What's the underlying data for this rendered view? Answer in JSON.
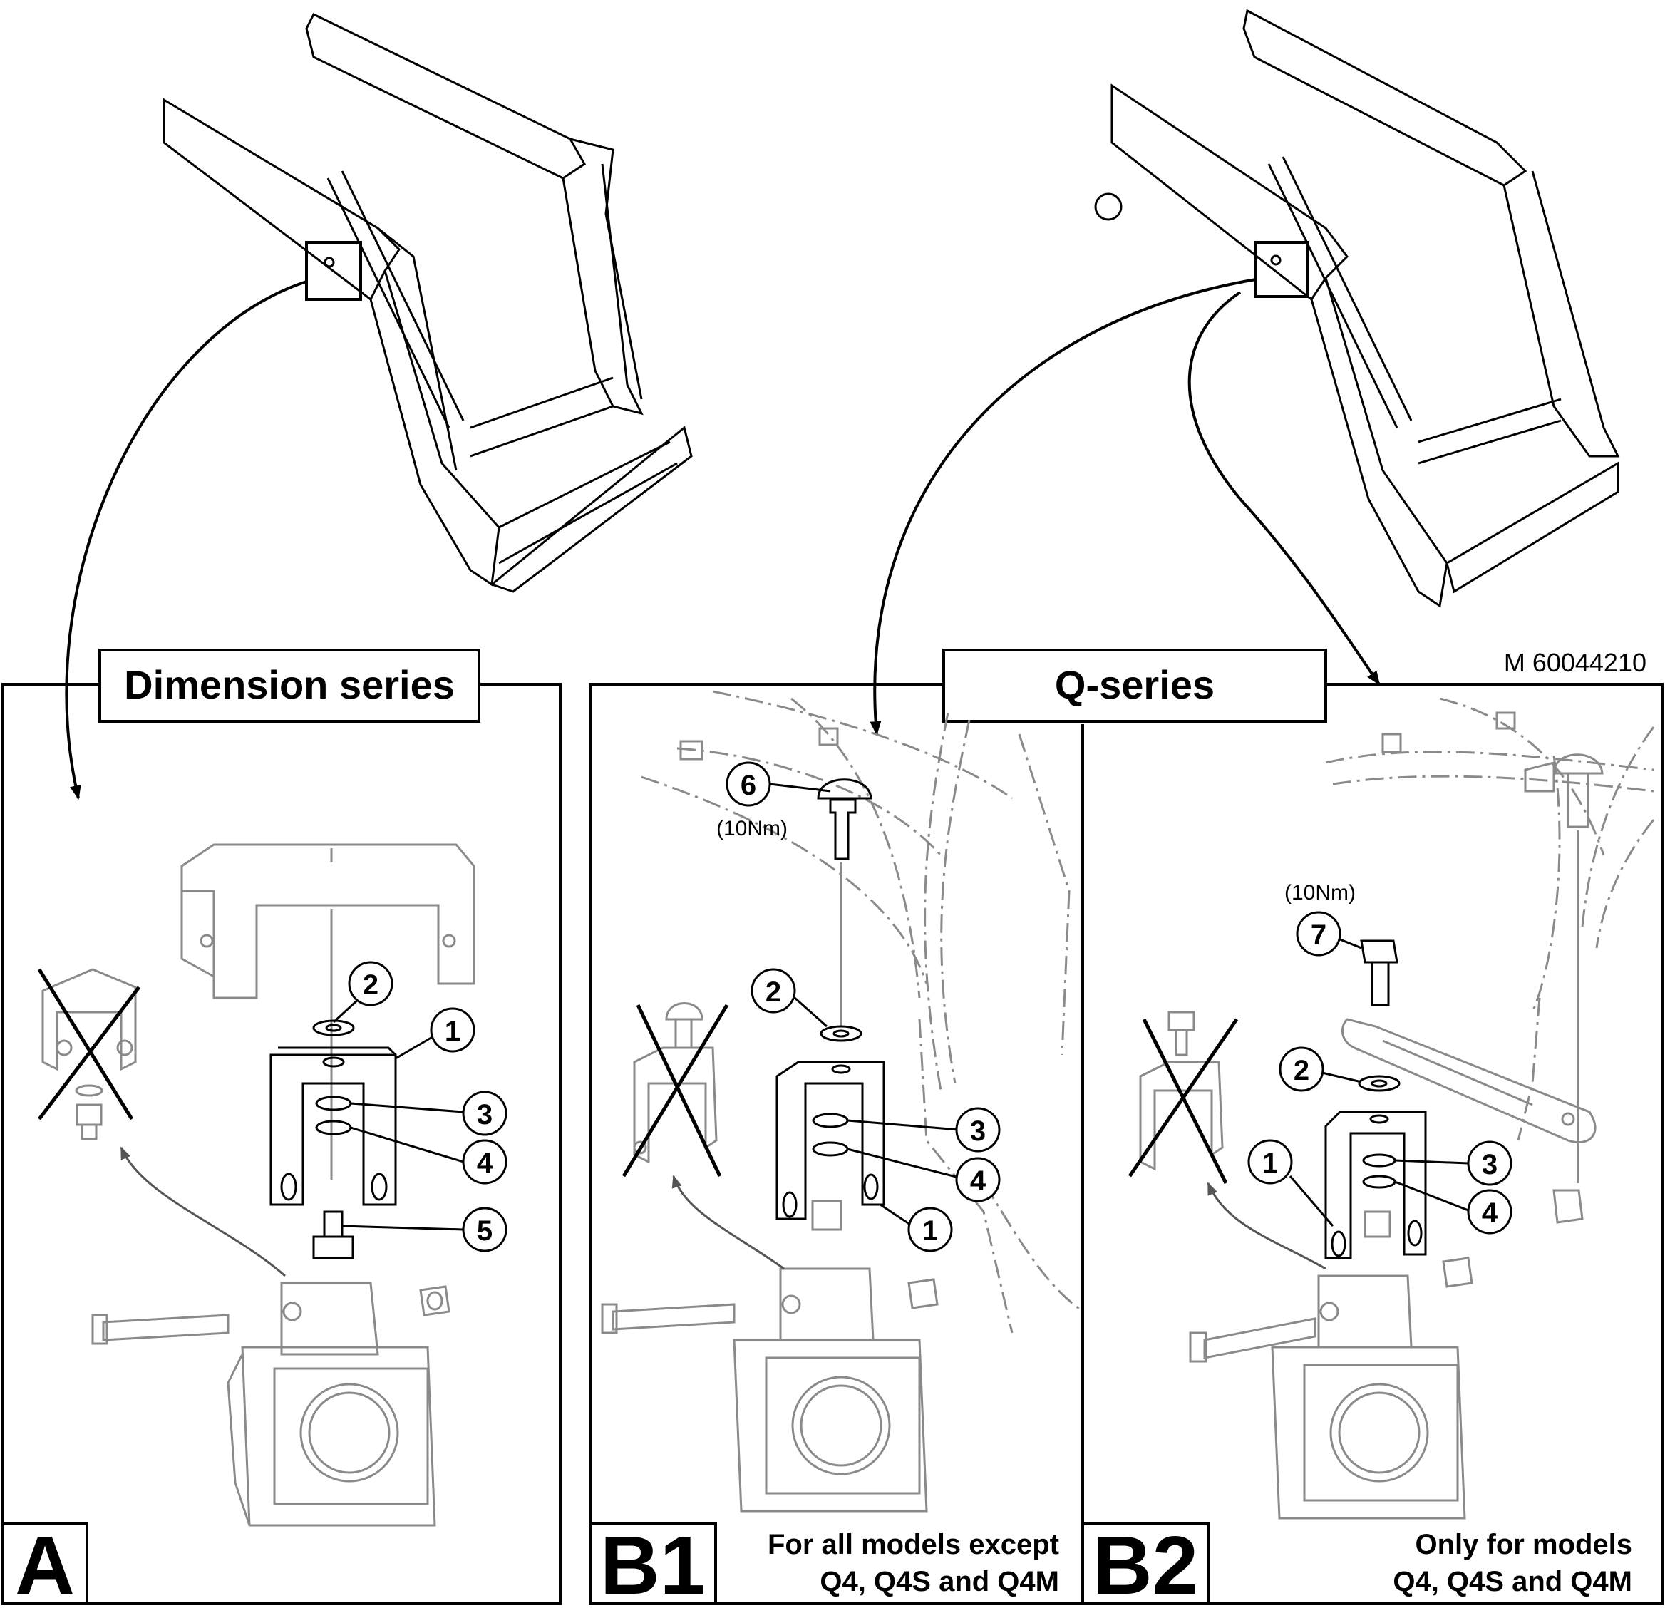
{
  "reference_code": "M 60044210",
  "sections": {
    "dimension": {
      "title": "Dimension series"
    },
    "q_series": {
      "title": "Q-series"
    }
  },
  "panels": {
    "A": {
      "letter": "A"
    },
    "B1": {
      "letter": "B1",
      "note_line1": "For all models except",
      "note_line2": "Q4, Q4S and Q4M"
    },
    "B2": {
      "letter": "B2",
      "note_line1": "Only for models",
      "note_line2": "Q4, Q4S and Q4M"
    }
  },
  "callouts": {
    "A": [
      "2",
      "1",
      "3",
      "4",
      "5"
    ],
    "B1": [
      "6",
      "2",
      "3",
      "4",
      "1"
    ],
    "B2": [
      "7",
      "2",
      "1",
      "3",
      "4"
    ]
  },
  "torque": {
    "B1_bolt": "(10Nm)",
    "B2_bolt": "(10Nm)"
  }
}
